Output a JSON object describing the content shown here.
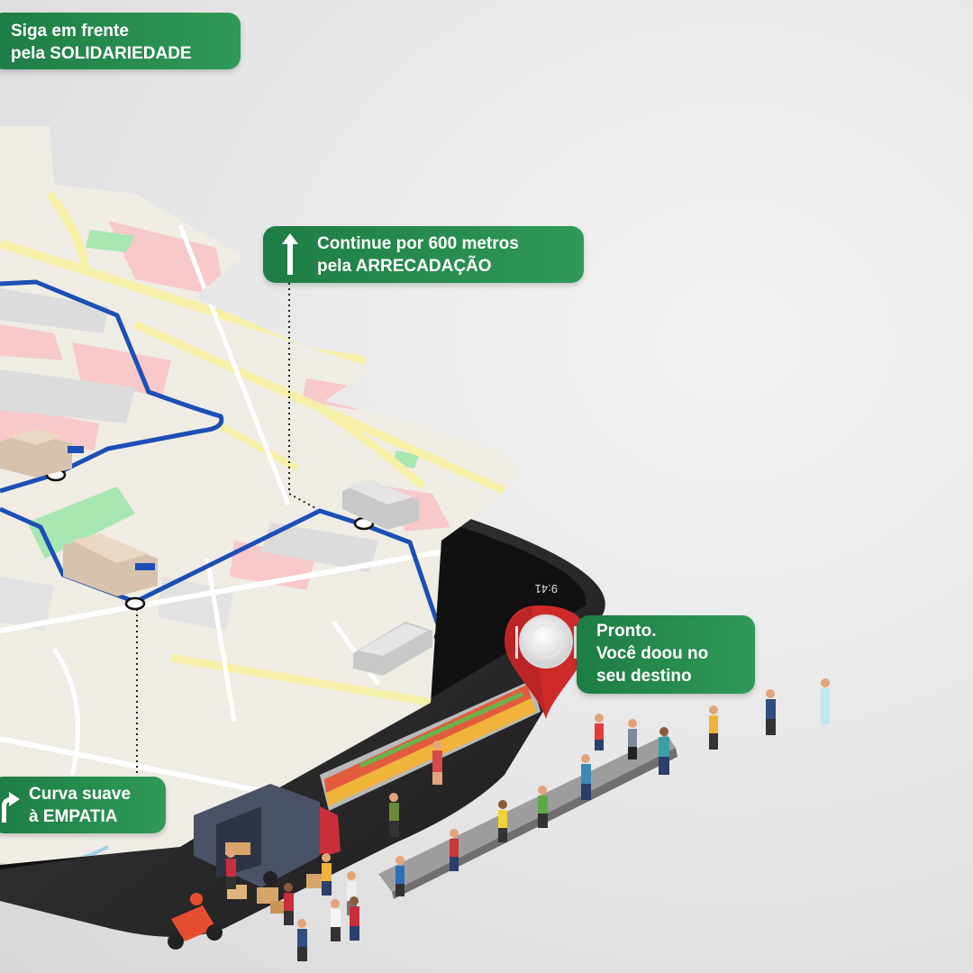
{
  "colors": {
    "callout_green": "#1e7c44",
    "callout_green_light": "#2f9a58",
    "route_blue": "#1c4fb5",
    "map_base": "#efece4",
    "map_road_yellow": "#f5efa8",
    "map_block_pink": "#f7c9c9",
    "map_park_green": "#a8e6b2",
    "pin_red": "#cf2a2a",
    "phone_body": "#2b2b2b"
  },
  "callouts": {
    "solidariedade": {
      "line1": "Siga em frente",
      "line2": "pela SOLIDARIEDADE"
    },
    "arrecadacao": {
      "line1": "Continue por 600 metros",
      "line2": "pela ARRECADAÇÃO",
      "icon": "arrow-up-icon"
    },
    "pronto": {
      "line1": "Pronto.",
      "line2": "Você doou no",
      "line3": "seu destino"
    },
    "empatia": {
      "line1": "Curva suave",
      "line2": "à EMPATIA",
      "icon": "turn-right-icon"
    }
  },
  "phone": {
    "status_time": "9:41"
  },
  "icons": [
    "map-pin-icon",
    "plate-icon",
    "delivery-truck-icon",
    "scooter-icon",
    "market-shelf-icon"
  ]
}
